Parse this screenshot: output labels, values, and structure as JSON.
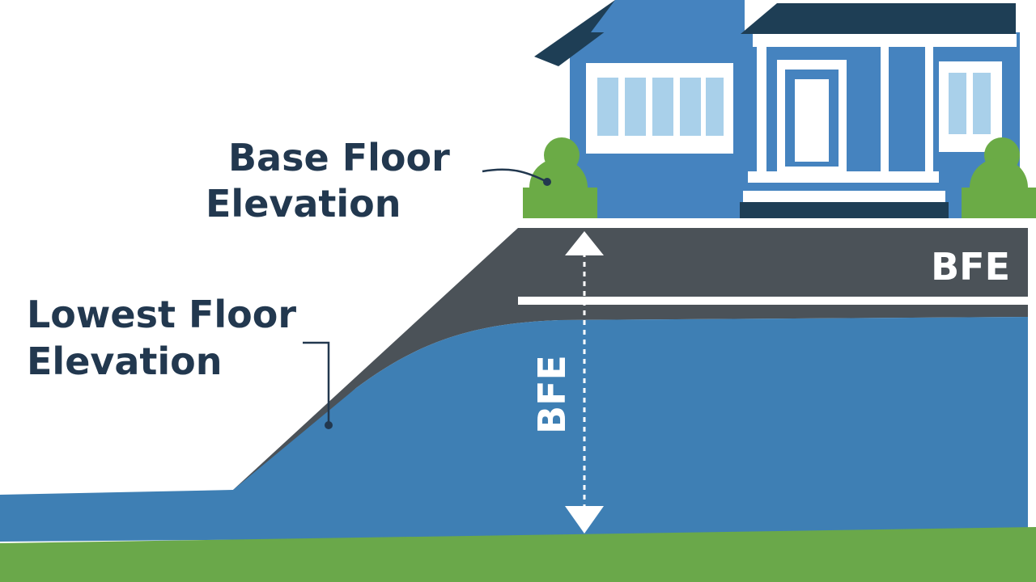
{
  "labels": {
    "base_floor_line1": "Base Floor",
    "base_floor_line2": "Elevation",
    "lowest_floor_line1": "Lowest Floor",
    "lowest_floor_line2": "Elevation",
    "bfe_band": "BFE",
    "bfe_vertical": "BFE"
  },
  "colors": {
    "background": "#ffffff",
    "water": "#3e7fb4",
    "soil_band": "#4b5258",
    "house_wall": "#4583bf",
    "house_roof": "#1e3e55",
    "window_frame": "#ffffff",
    "window_glass": "#a9d0ea",
    "shrub": "#6bab46",
    "grass": "#6aa84a",
    "label_text": "#22384f",
    "arrow": "#ffffff"
  },
  "icons": [
    "shrub-icon",
    "house-icon",
    "double-arrow-icon"
  ]
}
